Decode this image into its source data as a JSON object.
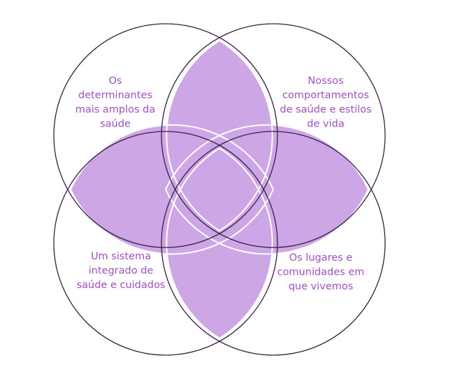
{
  "colors": {
    "petal_fill": "#cda6e6",
    "petal_stroke": "#ffffff",
    "circle_stroke": "#3a1d45",
    "label_text": "#a24fc0",
    "background": "#ffffff"
  },
  "quadrants": {
    "top_left": {
      "lines": [
        "Os",
        "determinantes",
        "mais amplos da",
        "saúde"
      ]
    },
    "top_right": {
      "lines": [
        "Nossos",
        "comportamentos",
        "de saúde e estilos",
        "de vida"
      ]
    },
    "bottom_left": {
      "lines": [
        "Um sistema",
        "integrado de",
        "saúde e cuidados"
      ]
    },
    "bottom_right": {
      "lines": [
        "Os lugares e",
        "comunidades em",
        "que vivemos"
      ]
    }
  }
}
